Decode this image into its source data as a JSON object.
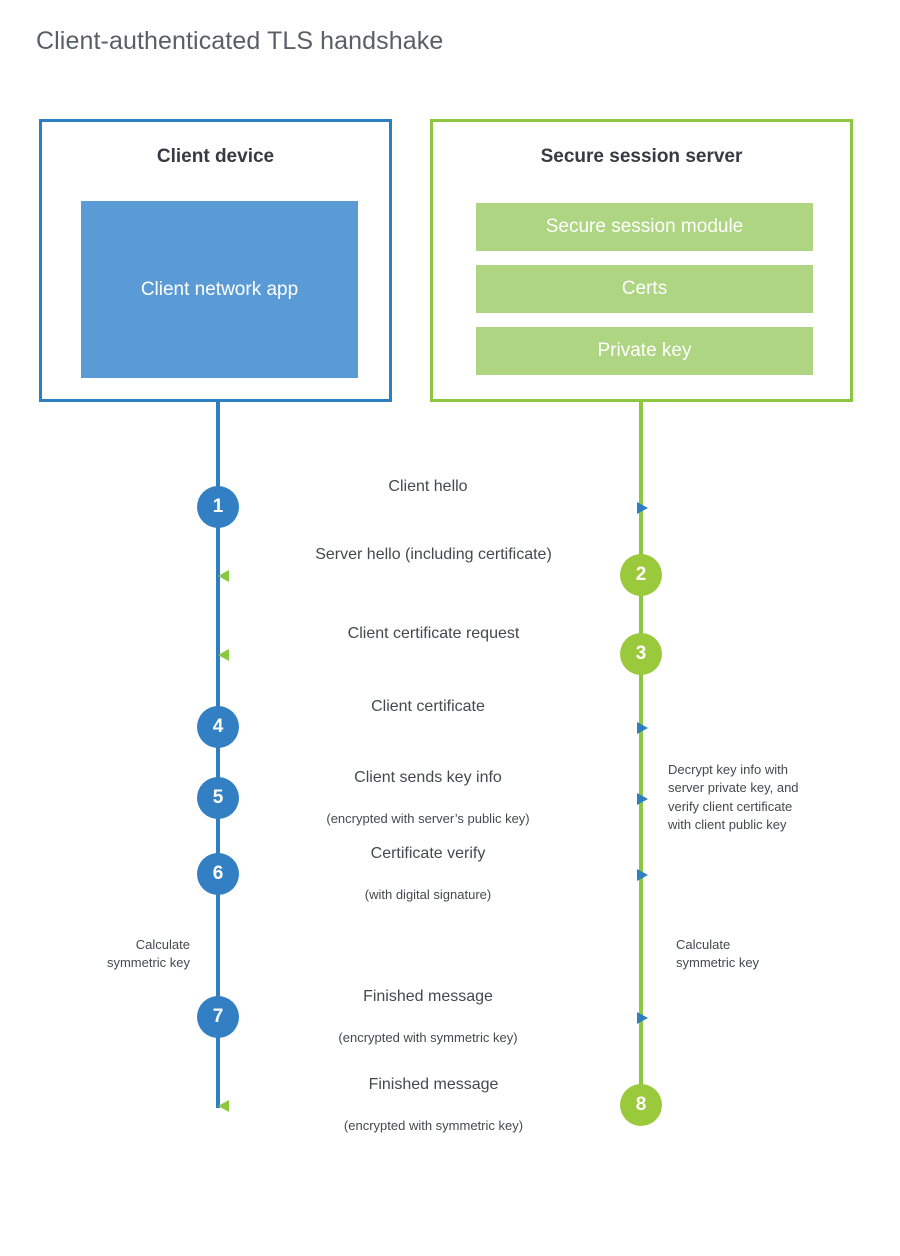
{
  "title": "Client-authenticated TLS handshake",
  "colors": {
    "client_blue": "#2E7FC1",
    "client_badge_blue": "#3280C3",
    "client_app_fill": "#5B9BD5",
    "server_green": "#8DC63F",
    "server_badge_green": "#9ACA3C",
    "server_bar_fill": "#AED581",
    "text": "#44494F",
    "title_text": "#595F66",
    "background": "#FFFFFF"
  },
  "client": {
    "title": "Client device",
    "app_label": "Client network\napp",
    "note": "Calculate\nsymmetric key"
  },
  "server": {
    "title": "Secure session server",
    "components": [
      "Secure session module",
      "Certs",
      "Private key"
    ],
    "note_decrypt": "Decrypt key info with\nserver private key, and\nverify client certificate\nwith client public key",
    "note_calculate": "Calculate\nsymmetric key"
  },
  "messages": [
    {
      "step": "1",
      "label": "Client hello",
      "sub": "",
      "direction": "to-server"
    },
    {
      "step": "2",
      "label": "Server hello (including certificate)",
      "sub": "",
      "direction": "to-client"
    },
    {
      "step": "3",
      "label": "Client certificate request",
      "sub": "",
      "direction": "to-client"
    },
    {
      "step": "4",
      "label": "Client certificate",
      "sub": "",
      "direction": "to-server"
    },
    {
      "step": "5",
      "label": "Client sends key info",
      "sub": "(encrypted with server’s public key)",
      "direction": "to-server"
    },
    {
      "step": "6",
      "label": "Certificate verify",
      "sub": "(with digital signature)",
      "direction": "to-server"
    },
    {
      "step": "7",
      "label": "Finished message",
      "sub": "(encrypted with symmetric key)",
      "direction": "to-server"
    },
    {
      "step": "8",
      "label": "Finished message",
      "sub": "(encrypted with symmetric key)",
      "direction": "to-client"
    }
  ]
}
